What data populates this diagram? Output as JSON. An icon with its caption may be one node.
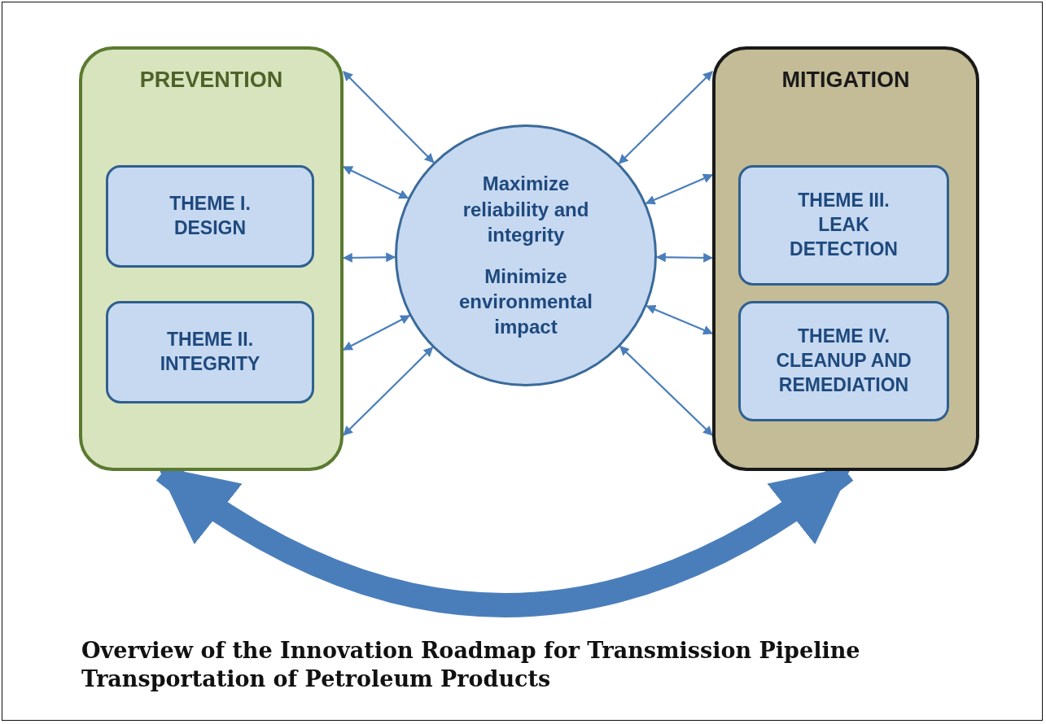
{
  "diagram": {
    "caption": "Overview of the Innovation Roadmap for Transmission Pipeline Transportation of Petroleum Products",
    "nodes": [
      {
        "text": [
          "PREVENTION"
        ]
      },
      {
        "text": [
          "THEME I. DESIGN"
        ],
        "in": 0
      },
      {
        "text": [
          "THEME II. INTEGRITY"
        ],
        "in": 0
      },
      {
        "text": [
          "Maximize reliability and integrity",
          "Minimize environmental impact"
        ]
      },
      {
        "text": [
          "MITIGATION"
        ]
      },
      {
        "text": [
          "THEME III. LEAK DETECTION"
        ],
        "in": 4
      },
      {
        "text": [
          "THEME IV. CLEANUP AND REMEDIATION"
        ],
        "in": 4
      }
    ],
    "edges": [
      {
        "from": 0,
        "to": 3,
        "arrow": "both"
      },
      {
        "from": 0,
        "to": 3,
        "arrow": "both"
      },
      {
        "from": 0,
        "to": 3,
        "arrow": "both"
      },
      {
        "from": 0,
        "to": 3,
        "arrow": "both"
      },
      {
        "from": 0,
        "to": 3,
        "arrow": "both"
      },
      {
        "from": 4,
        "to": 3,
        "arrow": "both"
      },
      {
        "from": 4,
        "to": 3,
        "arrow": "both"
      },
      {
        "from": 4,
        "to": 3,
        "arrow": "both"
      },
      {
        "from": 4,
        "to": 3,
        "arrow": "both"
      },
      {
        "from": 4,
        "to": 3,
        "arrow": "both"
      },
      {
        "from": 0,
        "to": 4,
        "arrow": "both",
        "style": "thick"
      }
    ]
  }
}
